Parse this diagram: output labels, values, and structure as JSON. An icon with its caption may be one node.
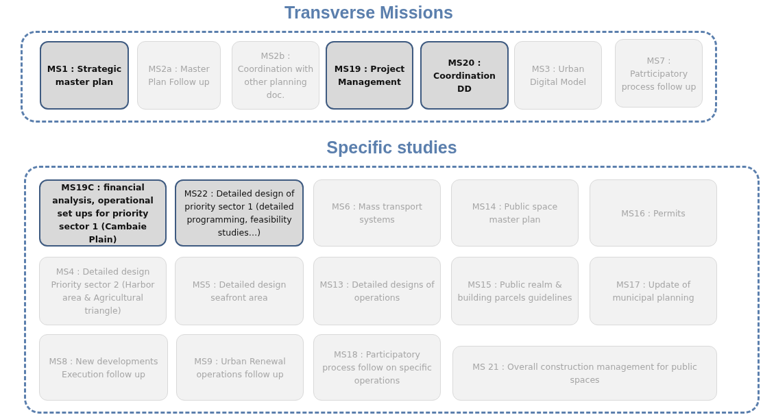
{
  "diagram": {
    "nodes": [
      {
        "text": [
          "Transverse Missions"
        ]
      },
      {
        "text": [
          "MS1 : Strategic master plan"
        ],
        "in": 0
      },
      {
        "text": [
          "MS2a : Master Plan Follow up"
        ],
        "in": 0
      },
      {
        "text": [
          "MS2b : Coordination with other planning doc."
        ],
        "in": 0
      },
      {
        "text": [
          "MS19 : Project Management"
        ],
        "in": 0
      },
      {
        "text": [
          "MS20 : Coordination DD"
        ],
        "in": 0
      },
      {
        "text": [
          "MS3 : Urban Digital Model"
        ],
        "in": 0
      },
      {
        "text": [
          "MS7 : Patrticipatory process follow up"
        ],
        "in": 0
      },
      {
        "text": [
          "Specific studies"
        ]
      },
      {
        "text": [
          "MS19C : financial analysis, operational set ups for priority sector 1 (Cambaie Plain)"
        ],
        "in": 8
      },
      {
        "text": [
          "MS22 : Detailed design of priority sector 1 (detailed programming, feasibility studies…)"
        ],
        "in": 8
      },
      {
        "text": [
          "MS6 : Mass transport systems"
        ],
        "in": 8
      },
      {
        "text": [
          "MS14 : Public space master plan"
        ],
        "in": 8
      },
      {
        "text": [
          "MS16 : Permits"
        ],
        "in": 8
      },
      {
        "text": [
          "MS4 : Detailed design Priority sector 2 (Harbor area & Agricultural triangle)"
        ],
        "in": 8
      },
      {
        "text": [
          "MS5 : Detailed design seafront area"
        ],
        "in": 8
      },
      {
        "text": [
          "MS13 : Detailed designs of operations"
        ],
        "in": 8
      },
      {
        "text": [
          "MS15 : Public realm & building parcels guidelines"
        ],
        "in": 8
      },
      {
        "text": [
          "MS17 : Update of municipal planning"
        ],
        "in": 8
      },
      {
        "text": [
          "MS8 : New developments Execution follow up"
        ],
        "in": 8
      },
      {
        "text": [
          "MS9 : Urban Renewal operations follow up"
        ],
        "in": 8
      },
      {
        "text": [
          "MS18 : Participatory process follow on specific operations"
        ],
        "in": 8
      },
      {
        "text": [
          "MS 21 : Overall construction management for public spaces"
        ],
        "in": 8
      }
    ],
    "edges": []
  }
}
